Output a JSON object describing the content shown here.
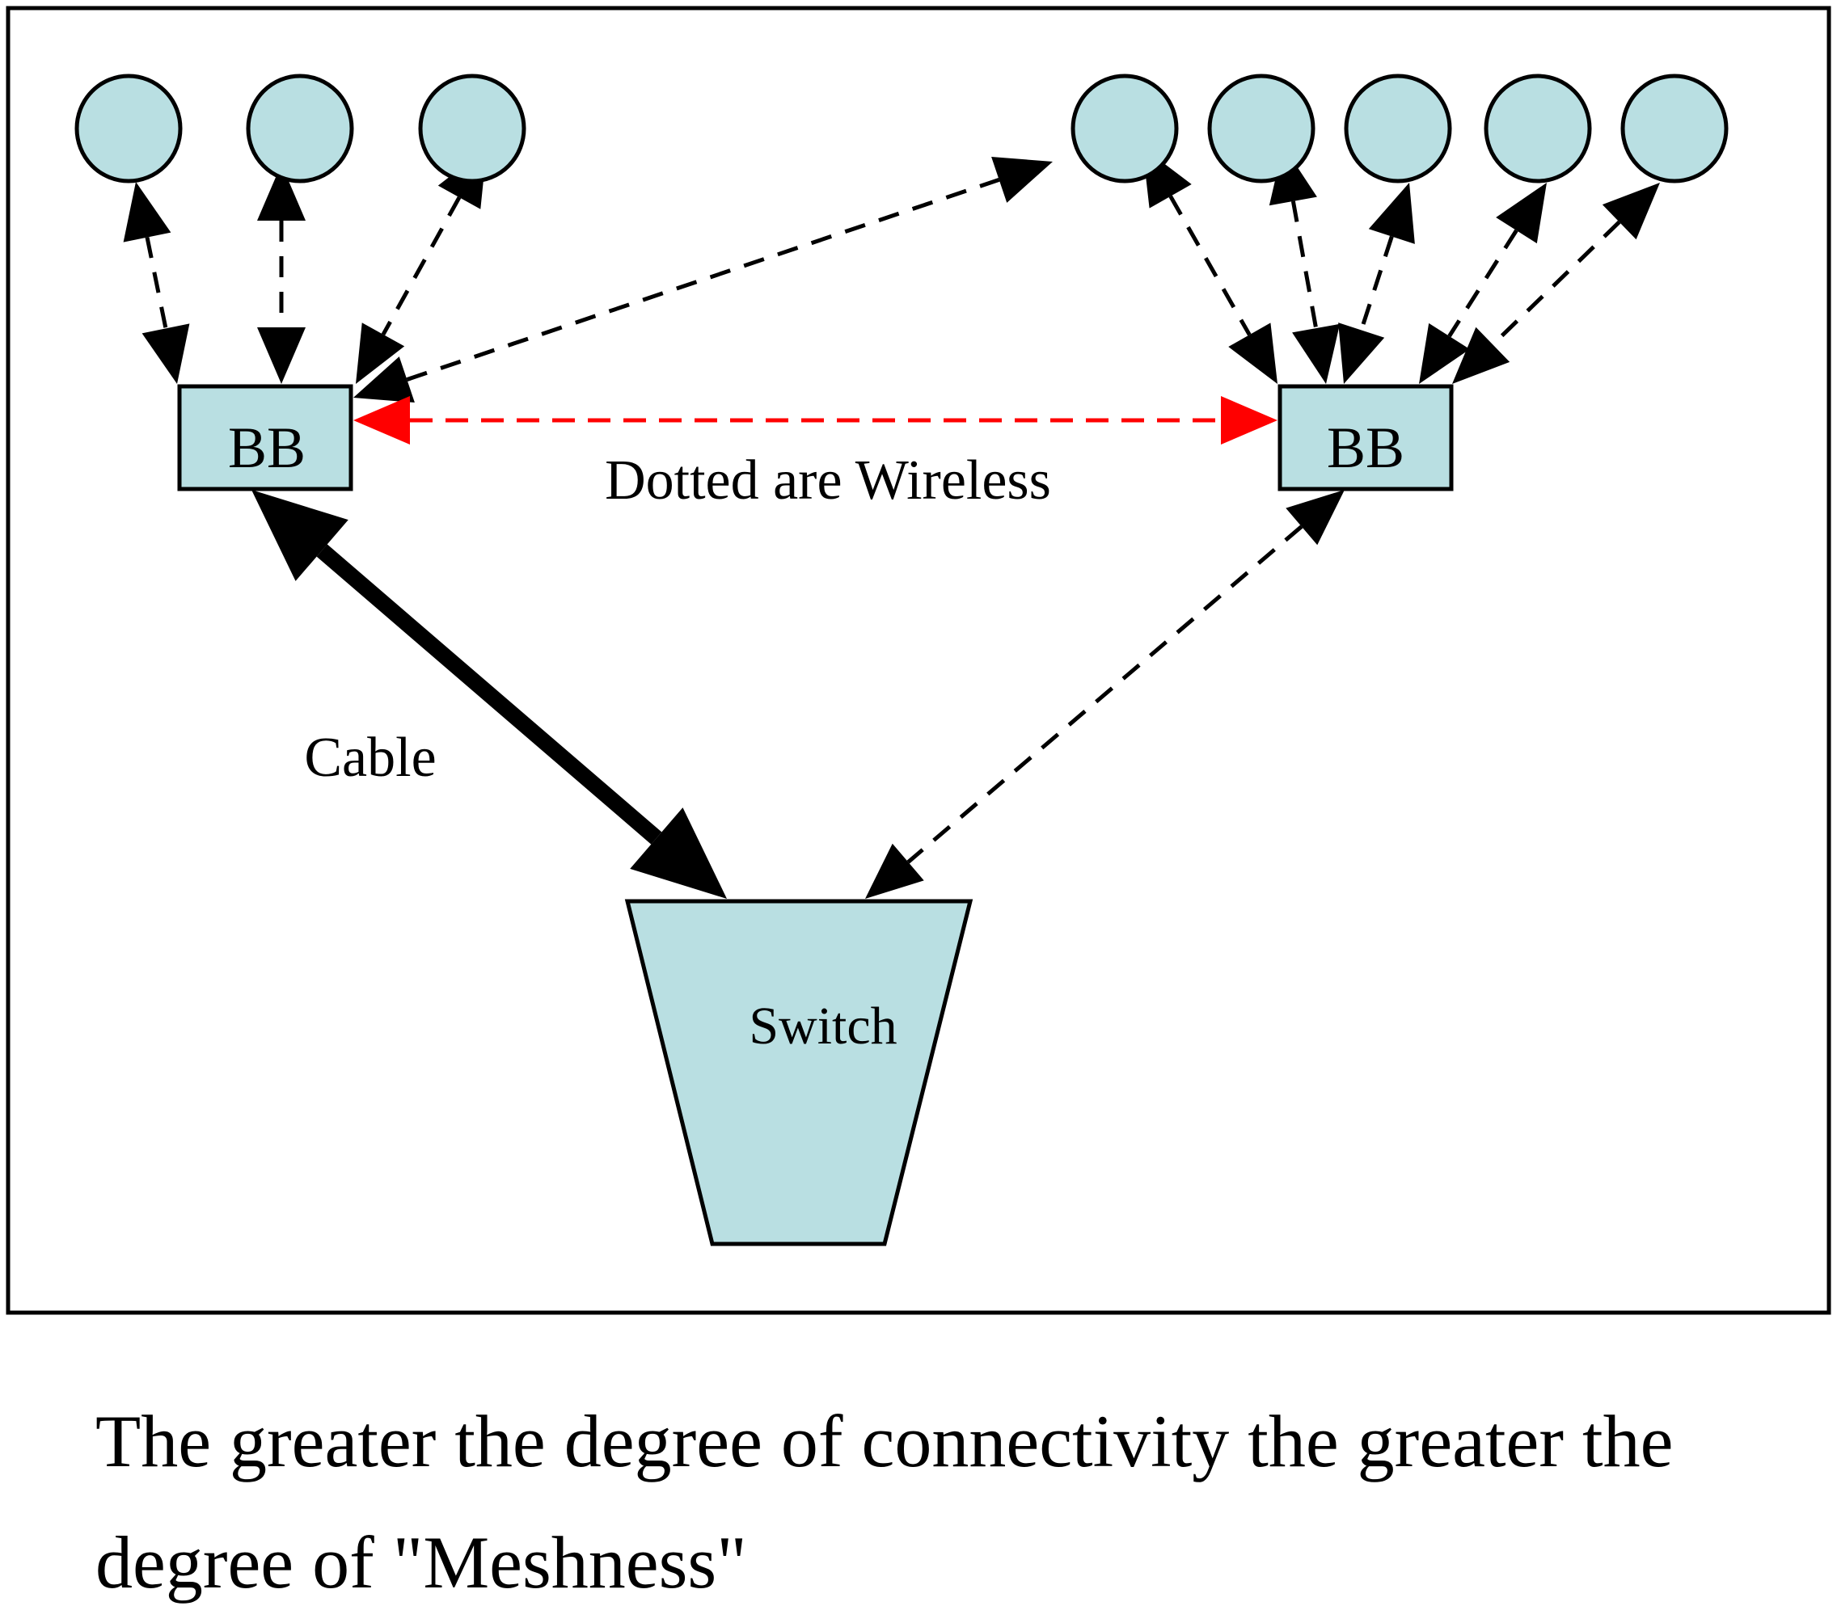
{
  "diagram": {
    "labels": {
      "bb_left": "BB",
      "bb_right": "BB",
      "switch": "Switch",
      "wireless_note": "Dotted are Wireless",
      "cable": "Cable"
    },
    "nodes": {
      "left_clients": 3,
      "right_clients": 5
    },
    "edges": [
      {
        "from": "client-left-1",
        "to": "bb-left",
        "type": "wireless",
        "bidirectional": true
      },
      {
        "from": "client-left-2",
        "to": "bb-left",
        "type": "wireless",
        "bidirectional": true
      },
      {
        "from": "client-left-3",
        "to": "bb-left",
        "type": "wireless",
        "bidirectional": true
      },
      {
        "from": "bb-left",
        "to": "client-right-1",
        "type": "wireless",
        "bidirectional": true
      },
      {
        "from": "client-right-1",
        "to": "bb-right",
        "type": "wireless",
        "bidirectional": true
      },
      {
        "from": "client-right-2",
        "to": "bb-right",
        "type": "wireless",
        "bidirectional": true
      },
      {
        "from": "client-right-3",
        "to": "bb-right",
        "type": "wireless",
        "bidirectional": true
      },
      {
        "from": "client-right-4",
        "to": "bb-right",
        "type": "wireless",
        "bidirectional": true
      },
      {
        "from": "client-right-5",
        "to": "bb-right",
        "type": "wireless",
        "bidirectional": true
      },
      {
        "from": "bb-left",
        "to": "bb-right",
        "type": "wireless-backbone",
        "bidirectional": true
      },
      {
        "from": "bb-left",
        "to": "switch",
        "type": "cable",
        "bidirectional": true
      },
      {
        "from": "bb-right",
        "to": "switch",
        "type": "wireless",
        "bidirectional": true
      }
    ],
    "colors": {
      "node_fill": "#b9dfe2",
      "wireless": "#000000",
      "backbone_wireless": "#ff0000",
      "cable": "#000000"
    }
  },
  "caption": {
    "line1": "The greater the degree of connectivity the greater the",
    "line2": "degree of \"Meshness\""
  }
}
